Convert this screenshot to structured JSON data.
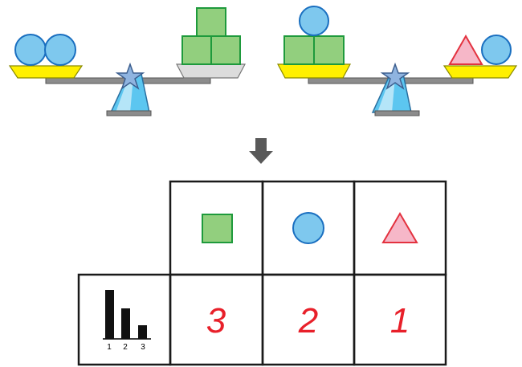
{
  "colors": {
    "circle_fill": "#7ec8ee",
    "circle_stroke": "#1a6fc0",
    "square_fill": "#92cf7e",
    "square_stroke": "#1e9a3c",
    "triangle_fill": "#f6b7c8",
    "triangle_stroke": "#e3323f",
    "pan_yellow": "#fff000",
    "pan_gray": "#dcdcdc",
    "rank_text": "#e8202a",
    "arrow": "#595959"
  },
  "scales": [
    {
      "left_pan": [
        "circle",
        "circle"
      ],
      "right_pan": [
        "square",
        "square",
        "square"
      ],
      "heavier_side": "right"
    },
    {
      "left_pan": [
        "square",
        "square",
        "circle"
      ],
      "right_pan": [
        "triangle",
        "circle"
      ],
      "heavier_side": "left"
    }
  ],
  "down_arrow_icon": "arrow-down-icon",
  "table": {
    "header_icon": "bar-chart-icon",
    "header_ticks": [
      "1",
      "2",
      "3"
    ],
    "columns": [
      {
        "shape": "square",
        "rank": "3"
      },
      {
        "shape": "circle",
        "rank": "2"
      },
      {
        "shape": "triangle",
        "rank": "1"
      }
    ]
  }
}
